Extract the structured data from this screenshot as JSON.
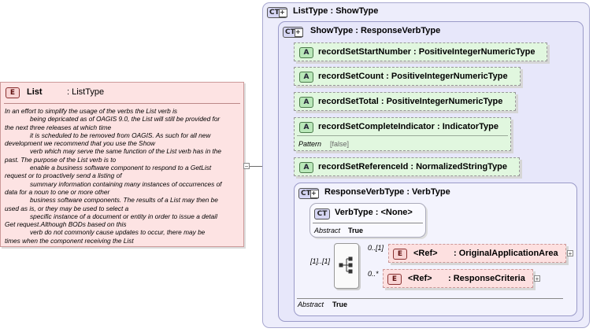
{
  "list_element": {
    "badge": "E",
    "name": "List",
    "type": ": ListType",
    "documentation": [
      "In an effort to simplify the usage of the verbs the List verb is",
      "being depricated as of OAGIS 9.0, the List will still be provided for",
      "the next three releases at which time",
      "it is scheduled to be removed from OAGIS. As such for all new",
      "development we recommend that you use the Show",
      "verb which may serve the same function of the List verb has in the",
      "past. The purpose of the List verb is to",
      "enable a business software component to respond to a GetList",
      "request or to proactively send a listing of",
      "summary information containing many instances of occurrences of",
      "data for a noun to one or more other",
      "business software components. The results of a List may then be",
      "used as is, or they may be used to select a",
      "specific instance of a document or entity in order to issue a detail",
      "Get request.Although BODs based on this",
      "verb do not commonly cause updates to occur, there may be",
      "times when the component receiving the List"
    ],
    "collapse_marker": "−"
  },
  "list_type": {
    "badge": "CT",
    "title": "ListType : ShowType"
  },
  "show_type": {
    "badge": "CT",
    "title": "ShowType : ResponseVerbType"
  },
  "attributes": [
    {
      "badge": "A",
      "label": "recordSetStartNumber : PositiveIntegerNumericType"
    },
    {
      "badge": "A",
      "label": "recordSetCount : PositiveIntegerNumericType"
    },
    {
      "badge": "A",
      "label": "recordSetTotal : PositiveIntegerNumericType"
    },
    {
      "badge": "A",
      "label": "recordSetCompleteIndicator : IndicatorType",
      "facet_label": "Pattern",
      "facet_value": "[false]"
    },
    {
      "badge": "A",
      "label": "recordSetReferenceId : NormalizedStringType"
    }
  ],
  "response_verb_type": {
    "badge": "CT",
    "title": "ResponseVerbType : VerbType",
    "abstract_label": "Abstract",
    "abstract_value": "True"
  },
  "verb_type": {
    "badge": "CT",
    "title": "VerbType : <None>",
    "abstract_label": "Abstract",
    "abstract_value": "True"
  },
  "sequence": {
    "cardinality": "[1]..[1]"
  },
  "children": [
    {
      "badge": "E",
      "cardinality": "0..[1]",
      "ref": "<Ref>",
      "name": ": OriginalApplicationArea",
      "expander": "+"
    },
    {
      "badge": "E",
      "cardinality": "0..*",
      "ref": "<Ref>",
      "name": ": ResponseCriteria",
      "expander": "+"
    }
  ],
  "colors": {
    "complex_type_bg": "#ededfb",
    "attribute_bg": "#e1f7df",
    "element_bg": "#fde0e0"
  }
}
